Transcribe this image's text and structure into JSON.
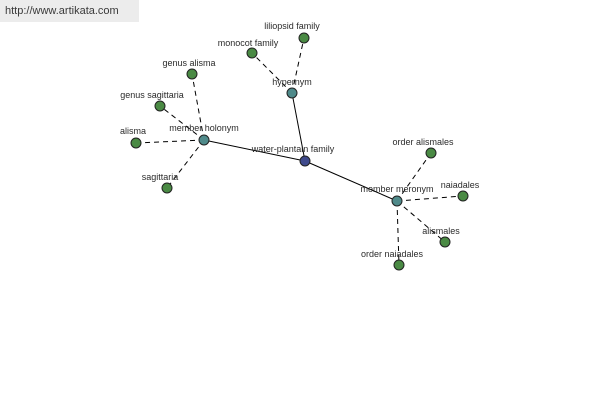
{
  "watermark": "http://www.artikata.com",
  "colors": {
    "root": "#3f4a8c",
    "relation": "#4f8a8a",
    "leaf": "#4a8a44",
    "stroke": "#222222"
  },
  "nodes": {
    "root": {
      "label": "water-plantain family"
    },
    "hypernym": {
      "label": "hypernym"
    },
    "holonym": {
      "label": "member holonym"
    },
    "meronym": {
      "label": "member meronym"
    },
    "liliopsid": {
      "label": "liliopsid family"
    },
    "monocot": {
      "label": "monocot family"
    },
    "genus_alisma": {
      "label": "genus alisma"
    },
    "genus_sagittaria": {
      "label": "genus sagittaria"
    },
    "alisma": {
      "label": "alisma"
    },
    "sagittaria": {
      "label": "sagittaria"
    },
    "order_alismales": {
      "label": "order alismales"
    },
    "naiadales": {
      "label": "naiadales"
    },
    "alismales": {
      "label": "alismales"
    },
    "order_naiadales": {
      "label": "order naiadales"
    }
  }
}
